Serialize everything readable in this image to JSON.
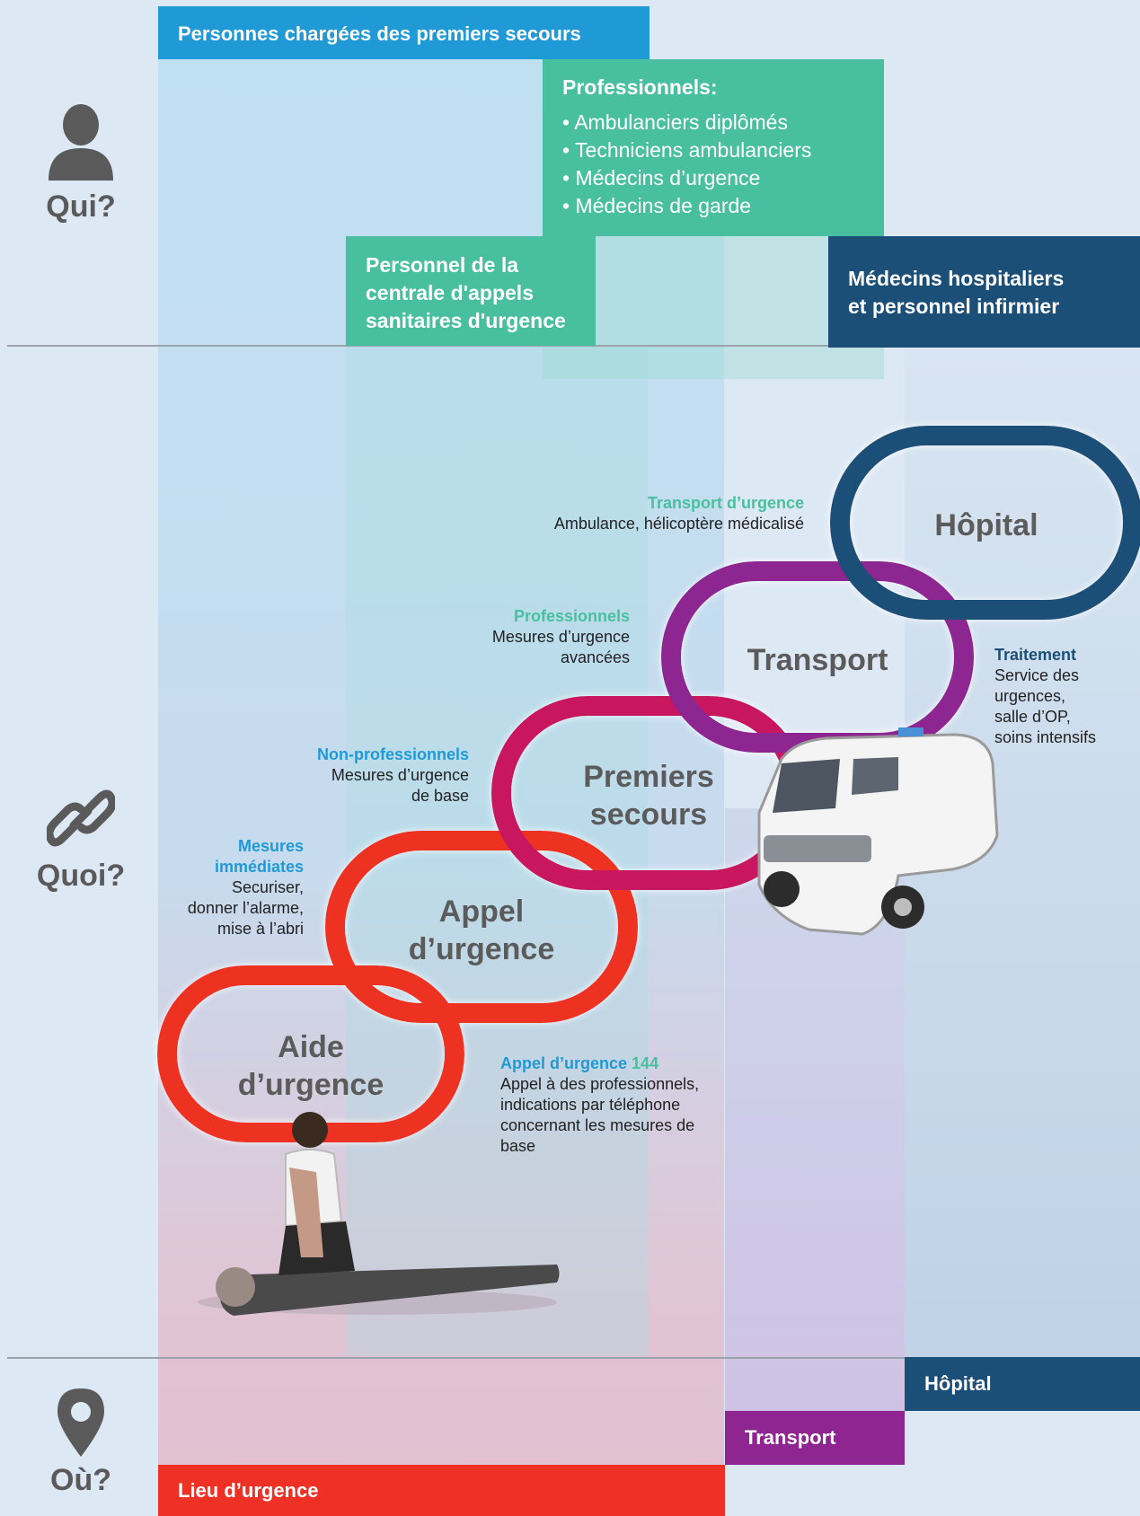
{
  "rows": {
    "who": "Qui?",
    "what": "Quoi?",
    "where": "Où?"
  },
  "who_boxes": {
    "first_aiders": "Personnes chargées des premiers secours",
    "professionals_title": "Professionnels:",
    "professionals_items": [
      "Ambulanciers diplômés",
      "Techniciens ambulanciers",
      "Médecins d’urgence",
      "Médecins de garde"
    ],
    "dispatch_lines": [
      "Personnel de la",
      "centrale d'appels",
      "sanitaires d'urgence"
    ],
    "hospital_staff_lines": [
      "Médecins hospitaliers",
      "et personnel infirmier"
    ]
  },
  "chain": [
    {
      "key": "aide",
      "lines": [
        "Aide",
        "d’urgence"
      ],
      "color": "#ee3124"
    },
    {
      "key": "appel",
      "lines": [
        "Appel",
        "d’urgence"
      ],
      "color": "#ee3124"
    },
    {
      "key": "premiers",
      "lines": [
        "Premiers",
        "secours"
      ],
      "color": "#c8145f"
    },
    {
      "key": "transport",
      "lines": [
        "Transport"
      ],
      "color": "#8e2591"
    },
    {
      "key": "hopital",
      "lines": [
        "Hôpital"
      ],
      "color": "#1c4f78"
    }
  ],
  "notes": {
    "transport": {
      "title": "Transport d’urgence",
      "text": "Ambulance, hélicoptère médicalisé"
    },
    "professionals": {
      "title": "Professionnels",
      "lines": [
        "Mesures d’urgence",
        "avancées"
      ]
    },
    "nonpro": {
      "title": "Non-professionnels",
      "lines": [
        "Mesures d’urgence",
        "de base"
      ]
    },
    "immediate": {
      "title_lines": [
        "Mesures",
        "immédiates"
      ],
      "lines": [
        "Securiser,",
        "donner l’alarme,",
        "mise à l’abri"
      ]
    },
    "call144": {
      "title": "Appel d’urgence",
      "number": "144",
      "lines": [
        "Appel à des professionnels,",
        "indications par téléphone",
        "concernant les mesures de",
        "base"
      ]
    },
    "treatment": {
      "title": "Traitement",
      "lines": [
        "Service des",
        "urgences,",
        "salle d’OP,",
        "soins intensifs"
      ]
    }
  },
  "where": {
    "hospital": "Hôpital",
    "transport": "Transport",
    "site": "Lieu d’urgence"
  },
  "colors": {
    "blue_light": "#1f9ad6",
    "green": "#48c0a0",
    "navy": "#1c4f78",
    "purple": "#8e2591",
    "magenta": "#c8145f",
    "red": "#ee3124",
    "label_grey": "#5a5a5a"
  },
  "icons": [
    "person-icon",
    "chain-link-icon",
    "location-pin-icon"
  ]
}
